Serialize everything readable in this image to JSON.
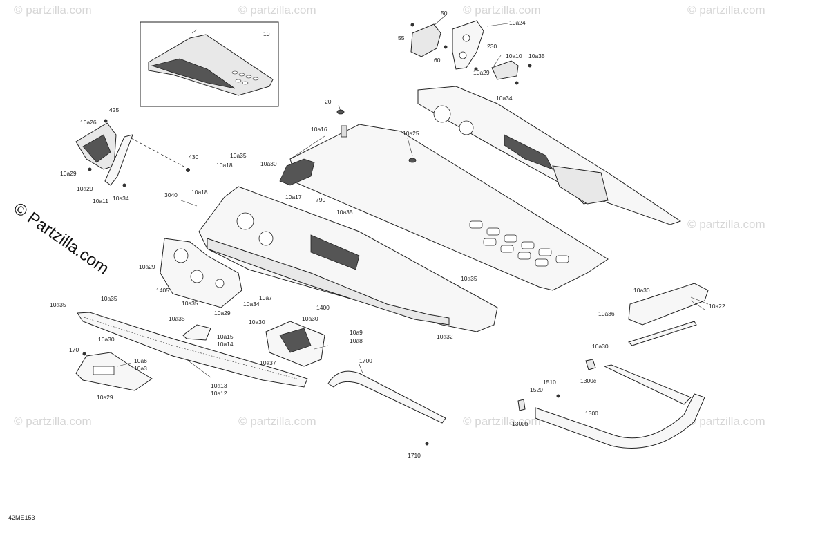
{
  "drawing_code": "42ME153",
  "watermark": "© partzilla.com",
  "watermark_big": "© Partzilla.com",
  "inset_label": "10",
  "callouts": {
    "c50": "50",
    "c55": "55",
    "c60": "60",
    "c10a24": "10a24",
    "c230": "230",
    "c10a10": "10a10",
    "c10a35_tr": "10a35",
    "c10a29_tr": "10a29",
    "c10a34_tr": "10a34",
    "c425": "425",
    "c10a26": "10a26",
    "c10a29_l1": "10a29",
    "c10a29_l2": "10a29",
    "c10a11": "10a11",
    "c10a34_l": "10a34",
    "c430": "430",
    "c20": "20",
    "c10a16": "10a16",
    "c10a25": "10a25",
    "c10a35_m": "10a35",
    "c10a18_a": "10a18",
    "c10a30_m": "10a30",
    "c3040": "3040",
    "c10a18_b": "10a18",
    "c10a17": "10a17",
    "c790": "790",
    "c10a35_m2": "10a35",
    "c10a29_c": "10a29",
    "c1405": "1405",
    "c10a35_c": "10a35",
    "c10a34_c": "10a34",
    "c10a7": "10a7",
    "c10a29_c2": "10a29",
    "c1400": "1400",
    "c10a35_c2": "10a35",
    "c10a32": "10a32",
    "c10a35_bl": "10a35",
    "c10a35_bl2": "10a35",
    "c10a35_b": "10a35",
    "c10a15": "10a15",
    "c10a14": "10a14",
    "c10a30_b": "10a30",
    "c10a30_b2": "10a30",
    "c10a9": "10a9",
    "c10a8": "10a8",
    "c10a37": "10a37",
    "c170": "170",
    "c10a30_b3": "10a30",
    "c10a6": "10a6",
    "c10a3": "10a3",
    "c10a29_b": "10a29",
    "c10a13": "10a13",
    "c10a12": "10a12",
    "c1700": "1700",
    "c1710": "1710",
    "c10a30_r": "10a30",
    "c10a22": "10a22",
    "c10a36": "10a36",
    "c10a30_r2": "10a30",
    "c1300c": "1300c",
    "c1510": "1510",
    "c1520": "1520",
    "c1300": "1300",
    "c1300b": "1300b"
  }
}
